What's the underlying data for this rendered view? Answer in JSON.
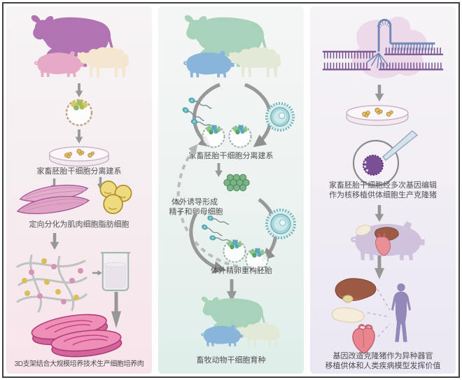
{
  "frame": {
    "border_color": "#3f3f3f",
    "background": "#ffffff"
  },
  "text_color": "#515154",
  "panels": {
    "left": {
      "id": "cultured-meat",
      "bg_top": "#f7f4f5",
      "bg_bottom": "#f8e4eb",
      "animals": {
        "cow": "#b273b2",
        "pig": "#e6aac7",
        "sheep": "#f4e6cf"
      },
      "labels": {
        "isolation": "家畜胚胎干细胞分离建系",
        "differentiation": "定向分化为肌肉细胞脂肪细胞",
        "caption": "3D支架结合大规模培养技术生产细胞培养肉"
      }
    },
    "middle": {
      "id": "stem-cell-breeding",
      "bg_top": "#f4f6f5",
      "bg_bottom": "#dfeeea",
      "animals": {
        "cow": "#a9d2ba",
        "pig": "#8ab5da",
        "sheep": "#e2ead7"
      },
      "labels": {
        "isolation": "家畜胚胎干细胞分离建系",
        "induction_line1": "体外诱导形成",
        "induction_line2": "精子和卵母细胞",
        "reconstruction": "体外精卵重构胚胎",
        "caption": "畜牧动物干细胞育种"
      }
    },
    "right": {
      "id": "gene-edited-pigs",
      "bg_top": "#f6f4f7",
      "bg_bottom": "#ebe7f3",
      "pig_color": "#cfc2dd",
      "human_color": "#9488b8",
      "labels": {
        "editing_line1": "家畜胚胎干细胞经多次基因编辑",
        "editing_line2": "作为核移植供体细胞生产克隆猪",
        "caption_line1": "基因改造克隆猪作为异种器官",
        "caption_line2": "移植供体和人类疾病模型发挥价值"
      }
    }
  }
}
